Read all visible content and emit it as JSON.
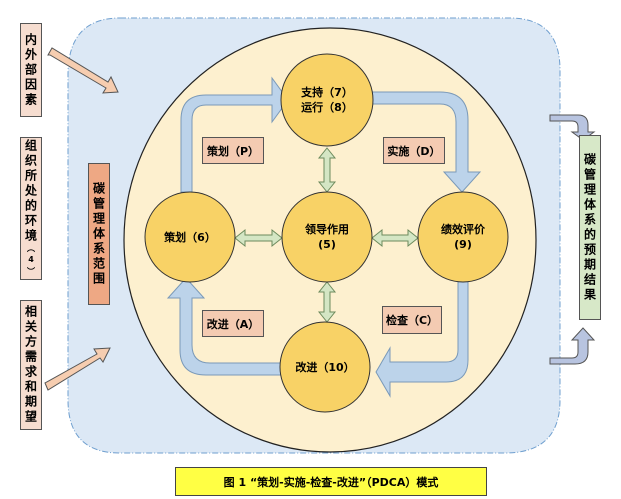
{
  "left_factors": [
    {
      "label": "内外部因素"
    },
    {
      "label": "组织所处的环境",
      "note": "（4）"
    },
    {
      "label": "相关方需求和期望"
    }
  ],
  "scope_label": "碳管理体系范围",
  "outcome_label": "碳管理体系的预期结果",
  "nodes": {
    "top": {
      "line1": "支持（7）",
      "line2": "运行（8）"
    },
    "left": {
      "line1": "策划（6）"
    },
    "center": {
      "line1": "领导作用",
      "line2": "(5)"
    },
    "right": {
      "line1": "绩效评价",
      "line2": "(9)"
    },
    "bottom": {
      "line1": "改进（10）"
    }
  },
  "phases": {
    "plan": "策划（P）",
    "do": "实施（D）",
    "check": "检查（C）",
    "act": "改进（A）"
  },
  "caption": "图 1  “策划-实施-检查-改进”（PDCA）模式",
  "colors": {
    "outer_bg": "#dce8f5",
    "inner_circle": "#fdf0cf",
    "node": "#f8d266",
    "cycle_arrow": "#bcd3ea",
    "link_arrow": "#d4e6c4",
    "phase_box": "#f4cbb2",
    "caption_bg": "#ffff44",
    "outcome_box": "#d7e8c8"
  }
}
